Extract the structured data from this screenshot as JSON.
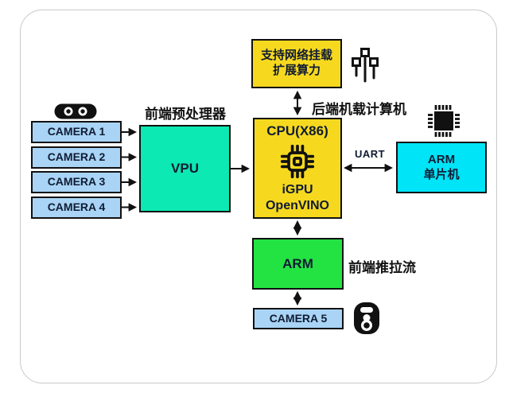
{
  "colors": {
    "card-border": "#c9c9c9",
    "box-border": "#111111",
    "camera-blue": "#a9d4f5",
    "vpu-green": "#0ce9b2",
    "yellow": "#f6d91f",
    "mcu-cyan": "#00e4f7",
    "arm-green": "#23e343",
    "ink": "#101b33",
    "arrow": "#111111"
  },
  "boxes": {
    "cameras": [
      "CAMERA 1",
      "CAMERA 2",
      "CAMERA 3",
      "CAMERA 4"
    ],
    "vpu": "VPU",
    "expand": {
      "line1": "支持网络挂载",
      "line2": "扩展算力"
    },
    "cpu": {
      "title": "CPU(X86)",
      "line1": "iGPU",
      "line2": "OpenVINO"
    },
    "arm_mcu": {
      "line1": "ARM",
      "line2": "单片机"
    },
    "arm": "ARM",
    "camera5": "CAMERA 5"
  },
  "labels": {
    "vpu_title": "前端预处理器",
    "backend_computer": "后端机载计算机",
    "uart": "UART",
    "push_stream": "前端推拉流"
  },
  "icons": {
    "stereo_camera": "stereo-camera-icon",
    "network_nodes": "network-nodes-icon",
    "cpu_chip": "cpu-chip-icon",
    "mcu_chip": "qfp-chip-icon",
    "webcam": "webcam-icon"
  }
}
